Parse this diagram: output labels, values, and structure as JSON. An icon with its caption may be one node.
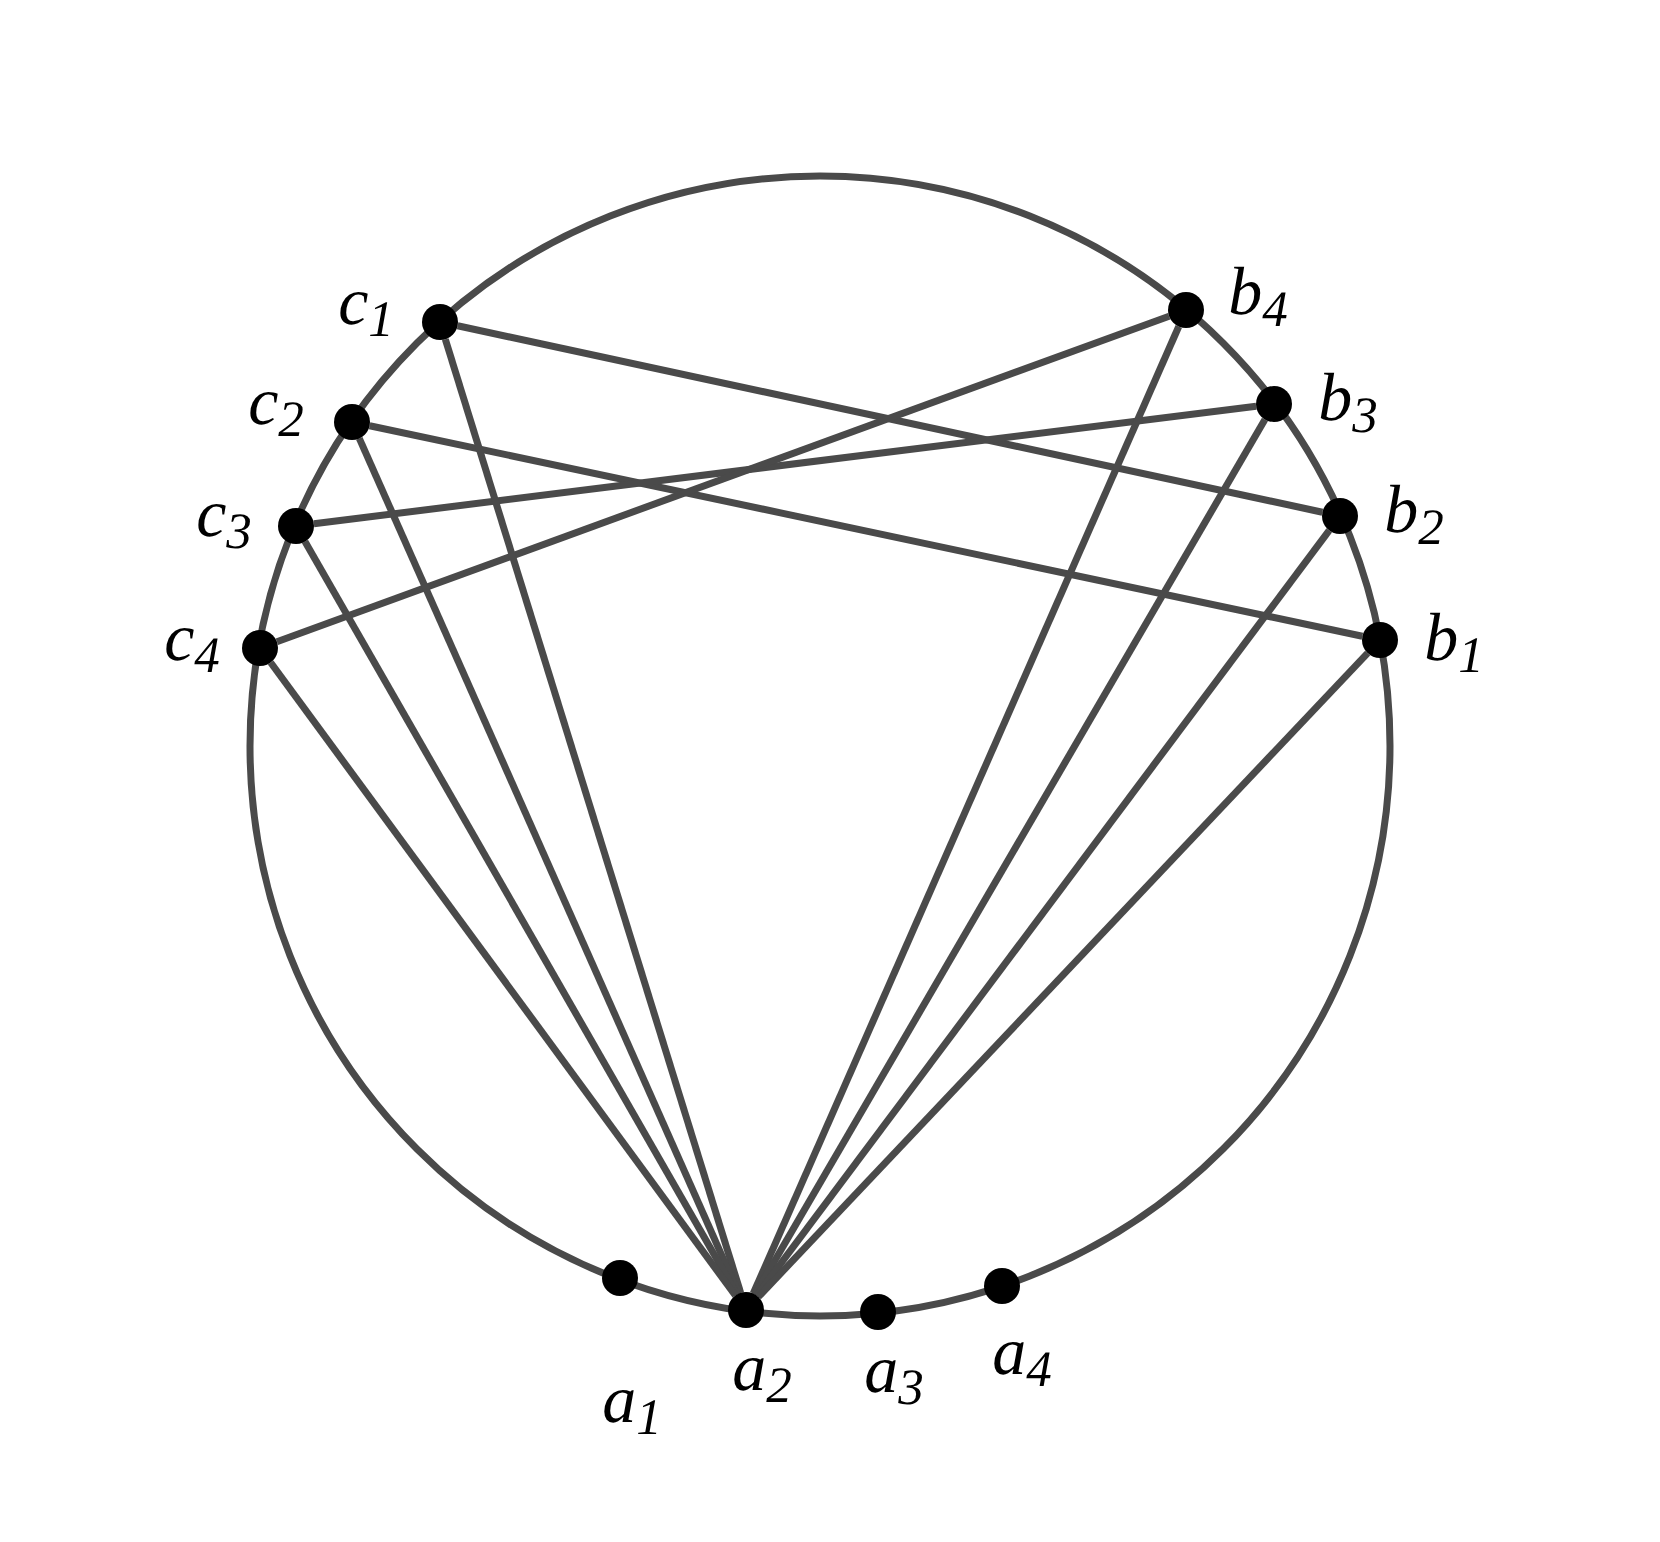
{
  "diagram": {
    "nodes": [
      {
        "text": [
          "b$_{4}$"
        ]
      },
      {
        "text": [
          "c$_{1}$"
        ]
      },
      {
        "text": [
          "b$_{3}$"
        ]
      },
      {
        "text": [
          "c$_{2}$"
        ]
      },
      {
        "text": [
          "b$_{2}$"
        ]
      },
      {
        "text": [
          "c$_{3}$"
        ]
      },
      {
        "text": [
          "b$_{1}$"
        ]
      },
      {
        "text": [
          "c$_{4}$"
        ]
      },
      {
        "text": [
          "a$_{1}$"
        ]
      },
      {
        "text": [
          "a$_{2}$"
        ]
      },
      {
        "text": [
          "a$_{3}$"
        ]
      },
      {
        "text": [
          "a$_{4}$"
        ]
      }
    ],
    "edges": [
      {
        "from": 1,
        "to": 4,
        "arrow": "none"
      },
      {
        "from": 3,
        "to": 6,
        "arrow": "none"
      },
      {
        "from": 5,
        "to": 2,
        "arrow": "none"
      },
      {
        "from": 7,
        "to": 0,
        "arrow": "none"
      },
      {
        "from": 9,
        "to": 1,
        "arrow": "none"
      },
      {
        "from": 9,
        "to": 3,
        "arrow": "none"
      },
      {
        "from": 9,
        "to": 5,
        "arrow": "none"
      },
      {
        "from": 9,
        "to": 7,
        "arrow": "none"
      },
      {
        "from": 9,
        "to": 0,
        "arrow": "none"
      },
      {
        "from": 9,
        "to": 2,
        "arrow": "none"
      },
      {
        "from": 9,
        "to": 4,
        "arrow": "none"
      },
      {
        "from": 9,
        "to": 6,
        "arrow": "none"
      }
    ]
  }
}
